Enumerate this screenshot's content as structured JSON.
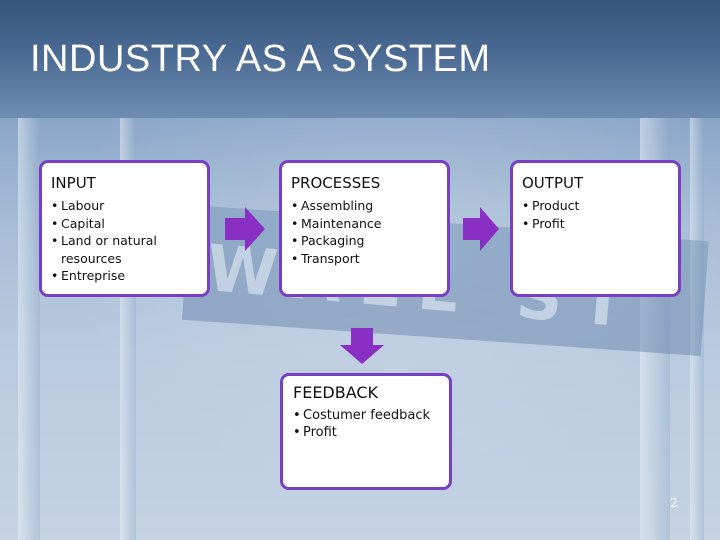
{
  "slide": {
    "title": "INDUSTRY AS A SYSTEM",
    "page_number": "2"
  },
  "background": {
    "sign_text": "WALL ST"
  },
  "boxes": {
    "input": {
      "heading": "INPUT",
      "items": [
        "Labour",
        "Capital",
        "Land or natural resources",
        "Entreprise"
      ]
    },
    "processes": {
      "heading": "PROCESSES",
      "items": [
        "Assembling",
        "Maintenance",
        "Packaging",
        "Transport"
      ]
    },
    "output": {
      "heading": "OUTPUT",
      "items": [
        "Product",
        "Profit"
      ]
    },
    "feedback": {
      "heading": "FEEDBACK",
      "items": [
        "Costumer feedback",
        "Profit"
      ]
    }
  },
  "colors": {
    "box_border": "#7a3ec2",
    "arrow_fill": "#8a2fc4",
    "title_text": "#ffffff"
  },
  "icons": {
    "arrow_right": "arrow-right-icon",
    "arrow_down": "arrow-down-icon"
  }
}
